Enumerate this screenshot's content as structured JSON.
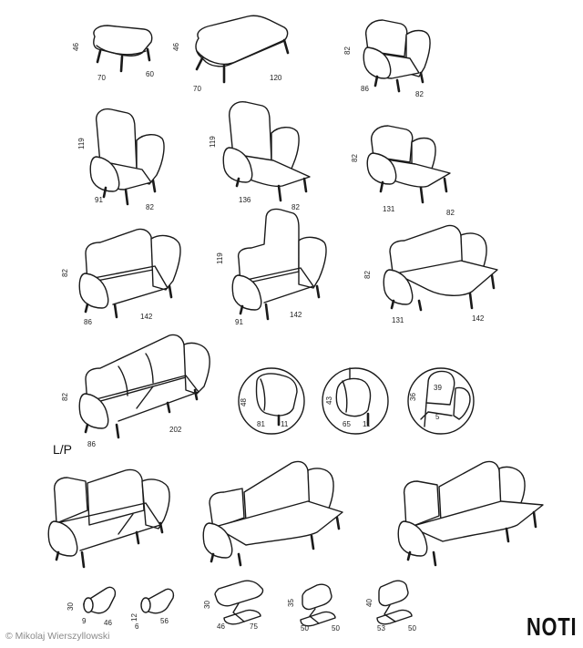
{
  "items": [
    {
      "id": "pouf-small",
      "dims": [
        "46",
        "70",
        "60"
      ]
    },
    {
      "id": "pouf-long",
      "dims": [
        "46",
        "70",
        "120"
      ]
    },
    {
      "id": "armchair-low",
      "dims": [
        "82",
        "86",
        "82"
      ]
    },
    {
      "id": "armchair-high",
      "dims": [
        "119",
        "91",
        "82"
      ]
    },
    {
      "id": "armchair-high-long",
      "dims": [
        "119",
        "136",
        "82"
      ]
    },
    {
      "id": "armchair-low-long",
      "dims": [
        "82",
        "131",
        "82"
      ]
    },
    {
      "id": "sofa-2",
      "dims": [
        "82",
        "86",
        "142"
      ]
    },
    {
      "id": "sofa-2-high",
      "dims": [
        "119",
        "91",
        "142"
      ]
    },
    {
      "id": "sofa-2-chaise",
      "dims": [
        "82",
        "131",
        "142"
      ]
    },
    {
      "id": "sofa-3",
      "dims": [
        "82",
        "86",
        "202"
      ]
    },
    {
      "id": "detail-arm-1",
      "dims": [
        "48",
        "81",
        "11"
      ]
    },
    {
      "id": "detail-arm-2",
      "dims": [
        "43",
        "65",
        "11"
      ]
    },
    {
      "id": "detail-headrest",
      "dims": [
        "36",
        "39",
        "5"
      ]
    },
    {
      "id": "cushion-1",
      "dims": [
        "30",
        "9",
        "46"
      ]
    },
    {
      "id": "cushion-2",
      "dims": [
        "12",
        "6",
        "56"
      ]
    },
    {
      "id": "table-1",
      "dims": [
        "30",
        "46",
        "75"
      ]
    },
    {
      "id": "table-2",
      "dims": [
        "35",
        "50",
        "50"
      ]
    },
    {
      "id": "table-3",
      "dims": [
        "40",
        "53",
        "50"
      ]
    }
  ],
  "variant_label": "L/P",
  "copyright": "© Mikolaj Wierszyllowski",
  "brand": "NOTI"
}
